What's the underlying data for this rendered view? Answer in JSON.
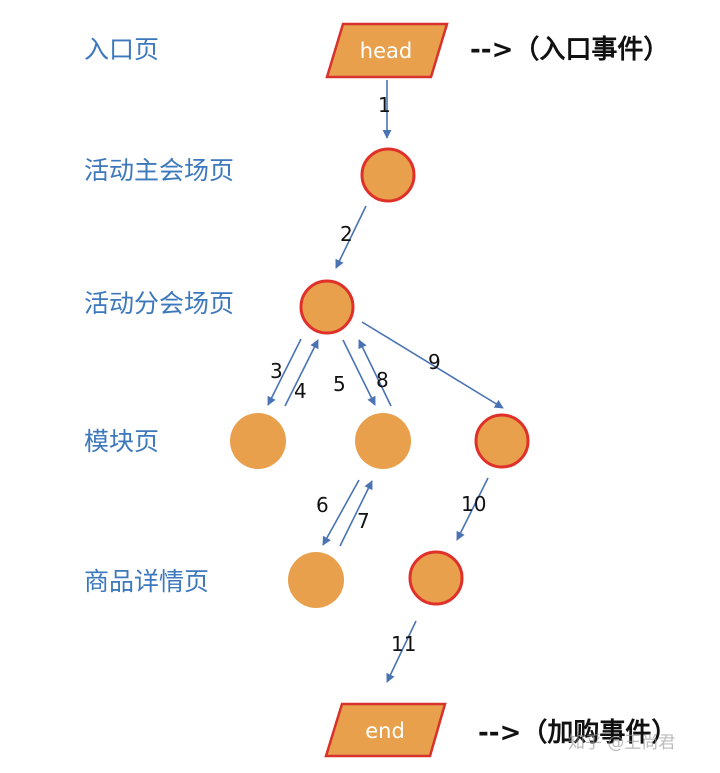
{
  "levels": {
    "entry": "入口页",
    "main_venue": "活动主会场页",
    "sub_venue": "活动分会场页",
    "module": "模块页",
    "product_detail": "商品详情页"
  },
  "terminals": {
    "head": "head",
    "end": "end"
  },
  "events": {
    "entry_event": "-->（入口事件）",
    "add_to_cart_event": "-->（加购事件）"
  },
  "edges": [
    "1",
    "2",
    "3",
    "4",
    "5",
    "6",
    "7",
    "8",
    "9",
    "10",
    "11"
  ],
  "watermark": "知乎 @王尚君",
  "colors": {
    "node_fill": "#E8A04C",
    "node_highlight_border": "#E0302A",
    "terminal_fill": "#E8A04C",
    "terminal_border": "#D7322B",
    "arrow": "#4A73B4",
    "level_label": "#3D78BD"
  }
}
